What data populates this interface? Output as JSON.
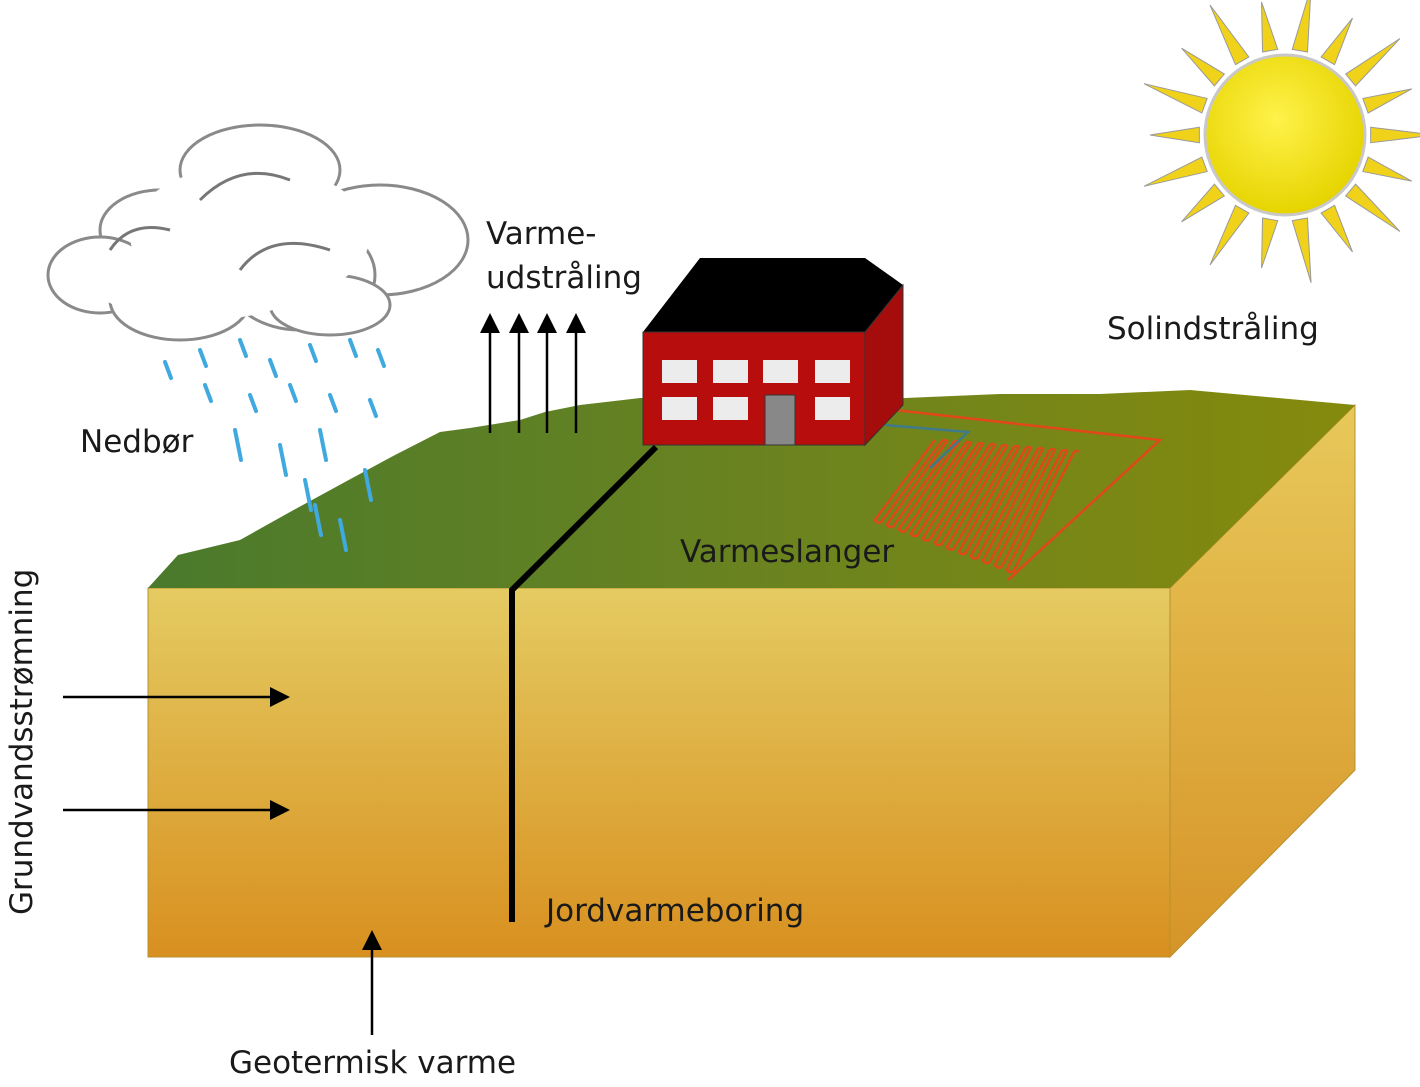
{
  "labels": {
    "rain": "Nedbør",
    "heat_radiation_line1": "Varme-",
    "heat_radiation_line2": "udstråling",
    "solar": "Solindstråling",
    "heat_hoses": "Varmeslanger",
    "groundwater": "Grundvandsstrømning",
    "borehole": "Jordvarmeboring",
    "geothermal": "Geotermisk varme"
  },
  "colors": {
    "soil_top": "#e4cb62",
    "soil_bottom": "#d8901f",
    "grass_left": "#4a7a2c",
    "grass_right": "#808a10",
    "house_wall": "#b80d0d",
    "roof": "#000000",
    "sun": "#f2e20a",
    "rain": "#3fa9e0",
    "hose": "#e0481a"
  }
}
